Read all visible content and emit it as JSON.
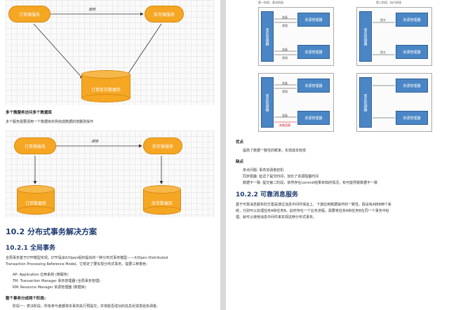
{
  "left": {
    "diagram1": {
      "svc_a": "订单微服务",
      "svc_b": "库存微服务",
      "arrow_label": "调用",
      "db": "订单库存数据库"
    },
    "heading_multi": "多个微服务访问多个数据库",
    "desc_multi": "多个服务需要调用一个数据库实例完成数据的增删改操作",
    "diagram2": {
      "svc_a": "订单微服务",
      "svc_b": "库存微服务",
      "arrow_label": "调用",
      "db_a": "订单数据库",
      "db_b": "库存数据库"
    },
    "section_title": "10.2 分布式事务解决方案",
    "subsection_title": "10.2.1 全局事务",
    "intro_line1": "全局事务基于DTP模型实现。DTP是由X/Open组织提出的一种分布式事务模型——X/Open Distributed",
    "intro_line2": "Transaction Processing Reference Model。它规定了要实现分布式事务，需要三种角色：",
    "roles": [
      "AP: Application 应用系统 (微服务)",
      "TM: Transaction Manager 事务管理器 (全局事务管理)",
      "RM: Resource Manager 资源管理器 (数据库)"
    ],
    "phase_heading": "整个事务分成两个阶段:",
    "phase_1": "阶段一：表决阶段，所有参与者都将本事务执行预提交，并将能否成功的信息反馈发给协调者。"
  },
  "right": {
    "phase1_title": "第一阶段：表决阶段",
    "phase2_title": "第二阶段：执行阶段",
    "tm_label": "事务管理器",
    "rm_label": "资源管理器",
    "arrow_prepare": "准备",
    "arrow_ready": "就绪",
    "arrow_commit": "提交",
    "arrow_fail": "失败回滚",
    "pros_heading": "优点",
    "pros": [
      "提高了数据一致性的概率，实现成本较低"
    ],
    "cons_heading": "缺点",
    "cons": [
      "单点问题: 事务协调者宕机",
      "同步阻塞: 延迟了提交时间，加长了资源阻塞时间",
      "数据不一致: 提交第二阶段，依然存在commit结果未知的情况，有可能导致数据不一致"
    ],
    "subsection_title": "10.2.2 可靠消息服务",
    "msg_line1": "基于可靠消息服务的方案是通过消息中间件保证上、下游应用数据操作的一致性。假设有A和B两个系",
    "msg_line2": "统，分别可以处理任务A和任务B。此时存在一个业务流程，需要将任务A和任务B在同一个事务中处",
    "msg_line3": "理。就可以使用消息中间件来实现这种分布式事务。"
  }
}
